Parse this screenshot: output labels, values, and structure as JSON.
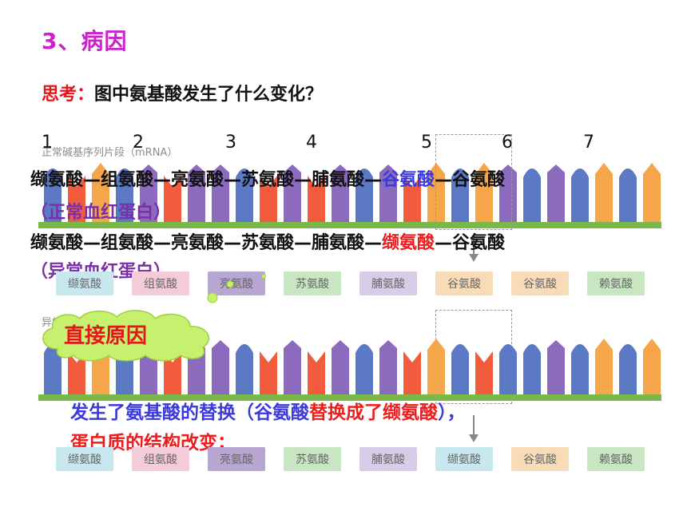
{
  "title": "3、病因",
  "question": {
    "lead": "思考：",
    "text": "图中氨基酸发生了什么变化？"
  },
  "numbers": [
    "1",
    "2",
    "3",
    "4",
    "5",
    "6",
    "7"
  ],
  "seq_label_top": "正常碱基序列片段（mRNA）",
  "seq_label_bottom": "异常碱基序列片段（mRNA）",
  "normal_chain": {
    "before": "缬氨酸—组氨酸—亮氨酸—苏氨酸—脯氨酸—",
    "highlight": "谷氨酸",
    "after": "—谷氨酸"
  },
  "normal_label": "（正常血红蛋白）",
  "abnormal_chain": {
    "before": "缬氨酸—组氨酸—亮氨酸—苏氨酸—脯氨酸—",
    "highlight": "缬氨酸",
    "after": "—谷氨酸"
  },
  "abnormal_label": "（异常血红蛋白）",
  "amino_top": [
    "缬氨酸",
    "组氨酸",
    "亮氨酸",
    "苏氨酸",
    "脯氨酸",
    "谷氨酸",
    "谷氨酸",
    "赖氨酸"
  ],
  "amino_bottom": [
    "缬氨酸",
    "组氨酸",
    "亮氨酸",
    "苏氨酸",
    "脯氨酸",
    "缬氨酸",
    "谷氨酸",
    "赖氨酸"
  ],
  "cloud_text": "直接原因",
  "explain": {
    "p1": "发生了氨基酸的替换（",
    "p2": "谷氨酸",
    "p3": "替换成了缬氨酸",
    "p4": "），",
    "line2": "蛋白质的结构改变；"
  },
  "colors": {
    "title": "#cc22cc",
    "red": "#e4161c",
    "blue": "#3a3adc",
    "purple": "#7a2fa8",
    "green": "#7ab84a"
  }
}
